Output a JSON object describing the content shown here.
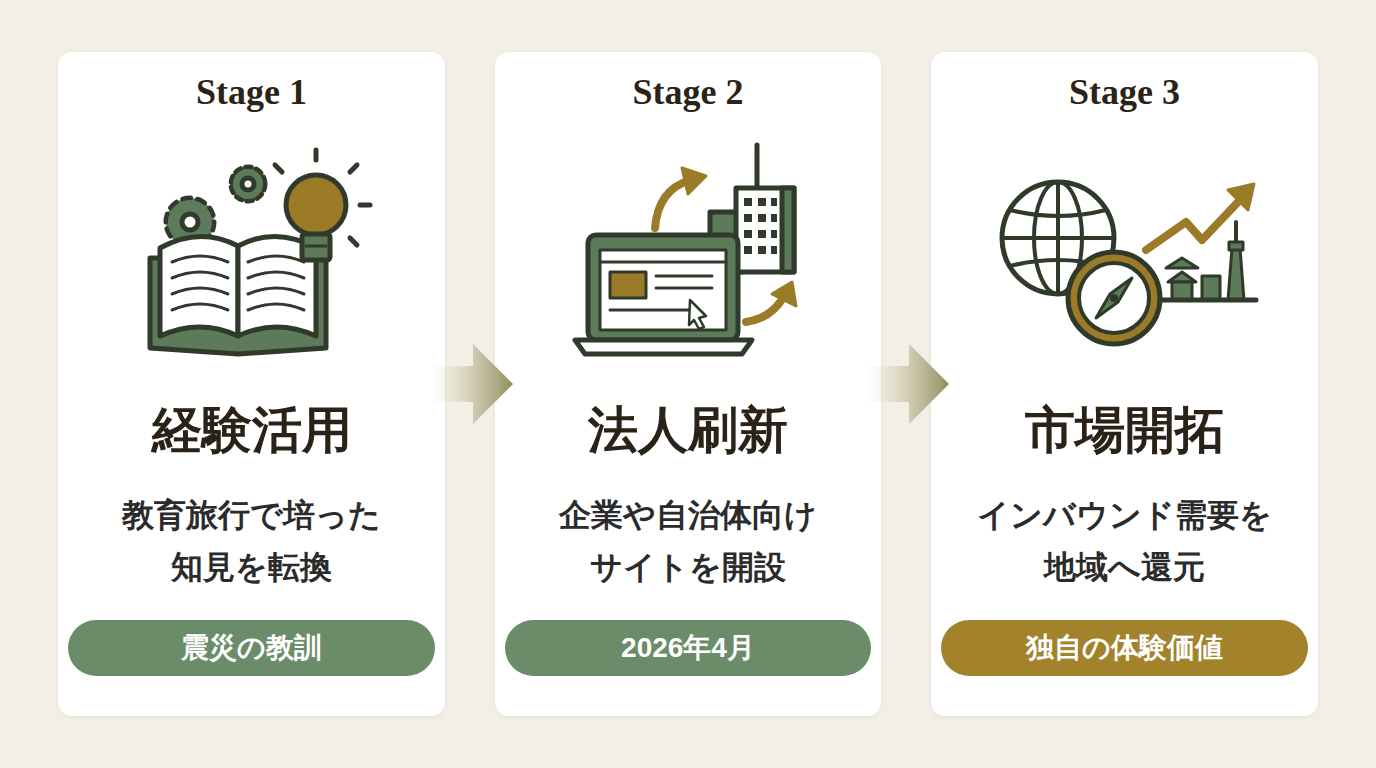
{
  "diagram": {
    "nodes": [
      {
        "text": [
          "Stage 1",
          "経験活用",
          "教育旅行で培った 知見を転換"
        ]
      },
      {
        "text": [
          "震災の教訓"
        ],
        "in": 0
      },
      {
        "text": [
          "Stage 2",
          "法人刷新",
          "企業や自治体向け サイトを開設"
        ]
      },
      {
        "text": [
          "2026年4月"
        ],
        "in": 2
      },
      {
        "text": [
          "Stage 3",
          "市場開拓",
          "インバウンド需要を 地域へ還元"
        ]
      },
      {
        "text": [
          "独自の体験価値"
        ],
        "in": 4
      }
    ],
    "edges": [
      {
        "from": 0,
        "to": 2,
        "arrow": "to"
      },
      {
        "from": 2,
        "to": 4,
        "arrow": "to"
      }
    ]
  }
}
